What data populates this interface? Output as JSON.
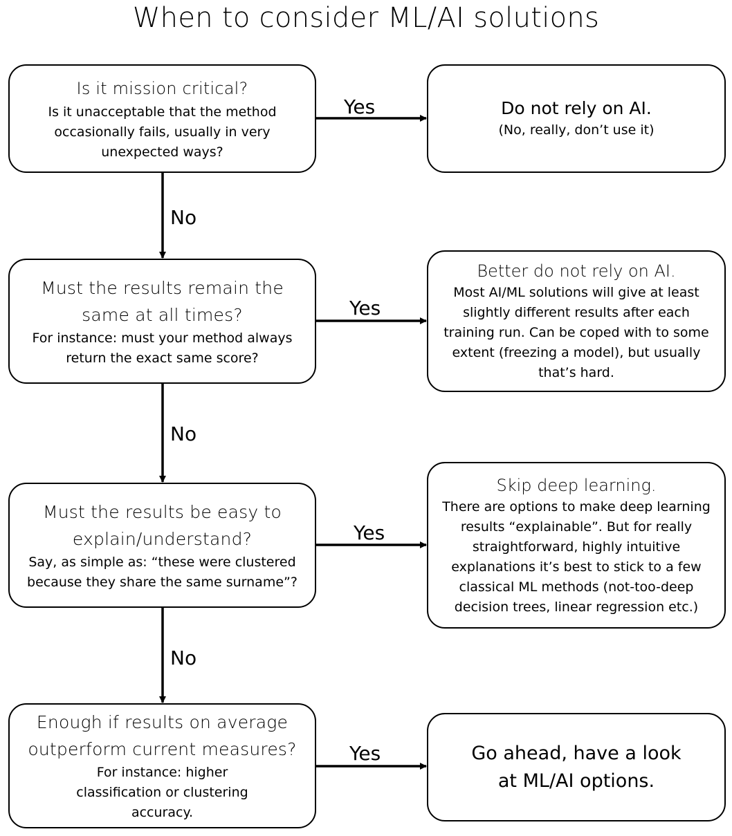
{
  "title": "When to consider ML/AI solutions",
  "questions": [
    {
      "main": "Is it mission critical?",
      "sub": "Is it unacceptable that the method occasionally fails, usually in very unexpected ways?"
    },
    {
      "main": "Must the results remain the same at all times?",
      "sub": "For instance: must your method always return the exact same score?"
    },
    {
      "main": "Must the results be easy to explain/understand?",
      "sub": "Say, as simple as: “these were clustered because they share the same surname”?"
    },
    {
      "main": "Enough if results on average outperform current measures?",
      "sub": "For instance: higher classification or clustering accuracy."
    }
  ],
  "answers": [
    {
      "main": "Do not rely on AI.",
      "sub": "(No, really, don’t use it)"
    },
    {
      "main": "Better do not rely on AI.",
      "sub": "Most AI/ML solutions will give at least slightly different results after each training run. Can be coped with to some extent (freezing a model), but usually that’s hard."
    },
    {
      "main": "Skip deep learning.",
      "sub": "There are options to make deep learning results “explainable”. But for really straightforward, highly intuitive explanations it’s best to stick to a few classical ML methods (not-too-deep decision trees, linear regression etc.)"
    },
    {
      "main": "Go ahead, have a look at ML/AI options."
    }
  ],
  "yes_labels": [
    "Yes",
    "Yes",
    "Yes",
    "Yes"
  ],
  "no_labels": [
    "No",
    "No",
    "No"
  ]
}
